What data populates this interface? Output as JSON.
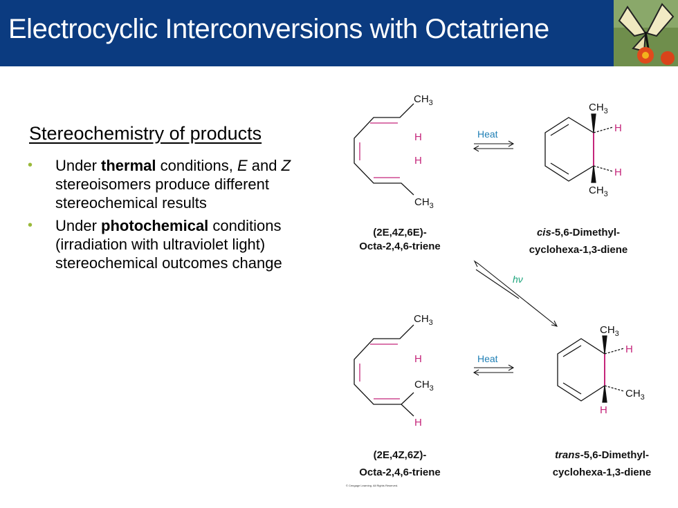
{
  "slide": {
    "title": "Electrocyclic Interconversions with Octatriene",
    "subheading": "Stereochemistry of products",
    "bullets": [
      {
        "parts": [
          {
            "text": "Under ",
            "style": "normal"
          },
          {
            "text": "thermal",
            "style": "bold"
          },
          {
            "text": " conditions, ",
            "style": "normal"
          },
          {
            "text": "E",
            "style": "italic"
          },
          {
            "text": " and ",
            "style": "normal"
          },
          {
            "text": "Z",
            "style": "italic"
          },
          {
            "text": " stereoisomers produce different stereochemical results",
            "style": "normal"
          }
        ]
      },
      {
        "parts": [
          {
            "text": "Under ",
            "style": "normal"
          },
          {
            "text": "photochemical",
            "style": "bold"
          },
          {
            "text": " conditions (irradiation with ultraviolet light) stereochemical outcomes change",
            "style": "normal"
          }
        ]
      }
    ],
    "bullet_color": "#9ab93b",
    "title_bar_color": "#0b3b80"
  },
  "scheme": {
    "atoms": {
      "ch3_main": "CH",
      "ch3_sub": "3",
      "h": "H"
    },
    "heat_label": "Heat",
    "hv_label": "hν",
    "top_left": {
      "caption_line1": "(2E,4Z,6E)-",
      "caption_line2": "Octa-2,4,6-triene"
    },
    "top_right": {
      "caption_line1_italic": "cis",
      "caption_line1_rest": "-5,6-Dimethyl-",
      "caption_line2": "cyclohexa-1,3-diene"
    },
    "bottom_left": {
      "caption_line1": "(2E,4Z,6Z)-",
      "caption_line2": "Octa-2,4,6-triene"
    },
    "bottom_right": {
      "caption_line1_italic": "trans",
      "caption_line1_rest": "-5,6-Dimethyl-",
      "caption_line2": "cyclohexa-1,3-diene"
    },
    "copyright": "© Cengage Learning. All Rights Reserved.",
    "highlight_color": "#c4257a",
    "heat_color": "#1f7fb5",
    "hv_color": "#1aa37a"
  }
}
